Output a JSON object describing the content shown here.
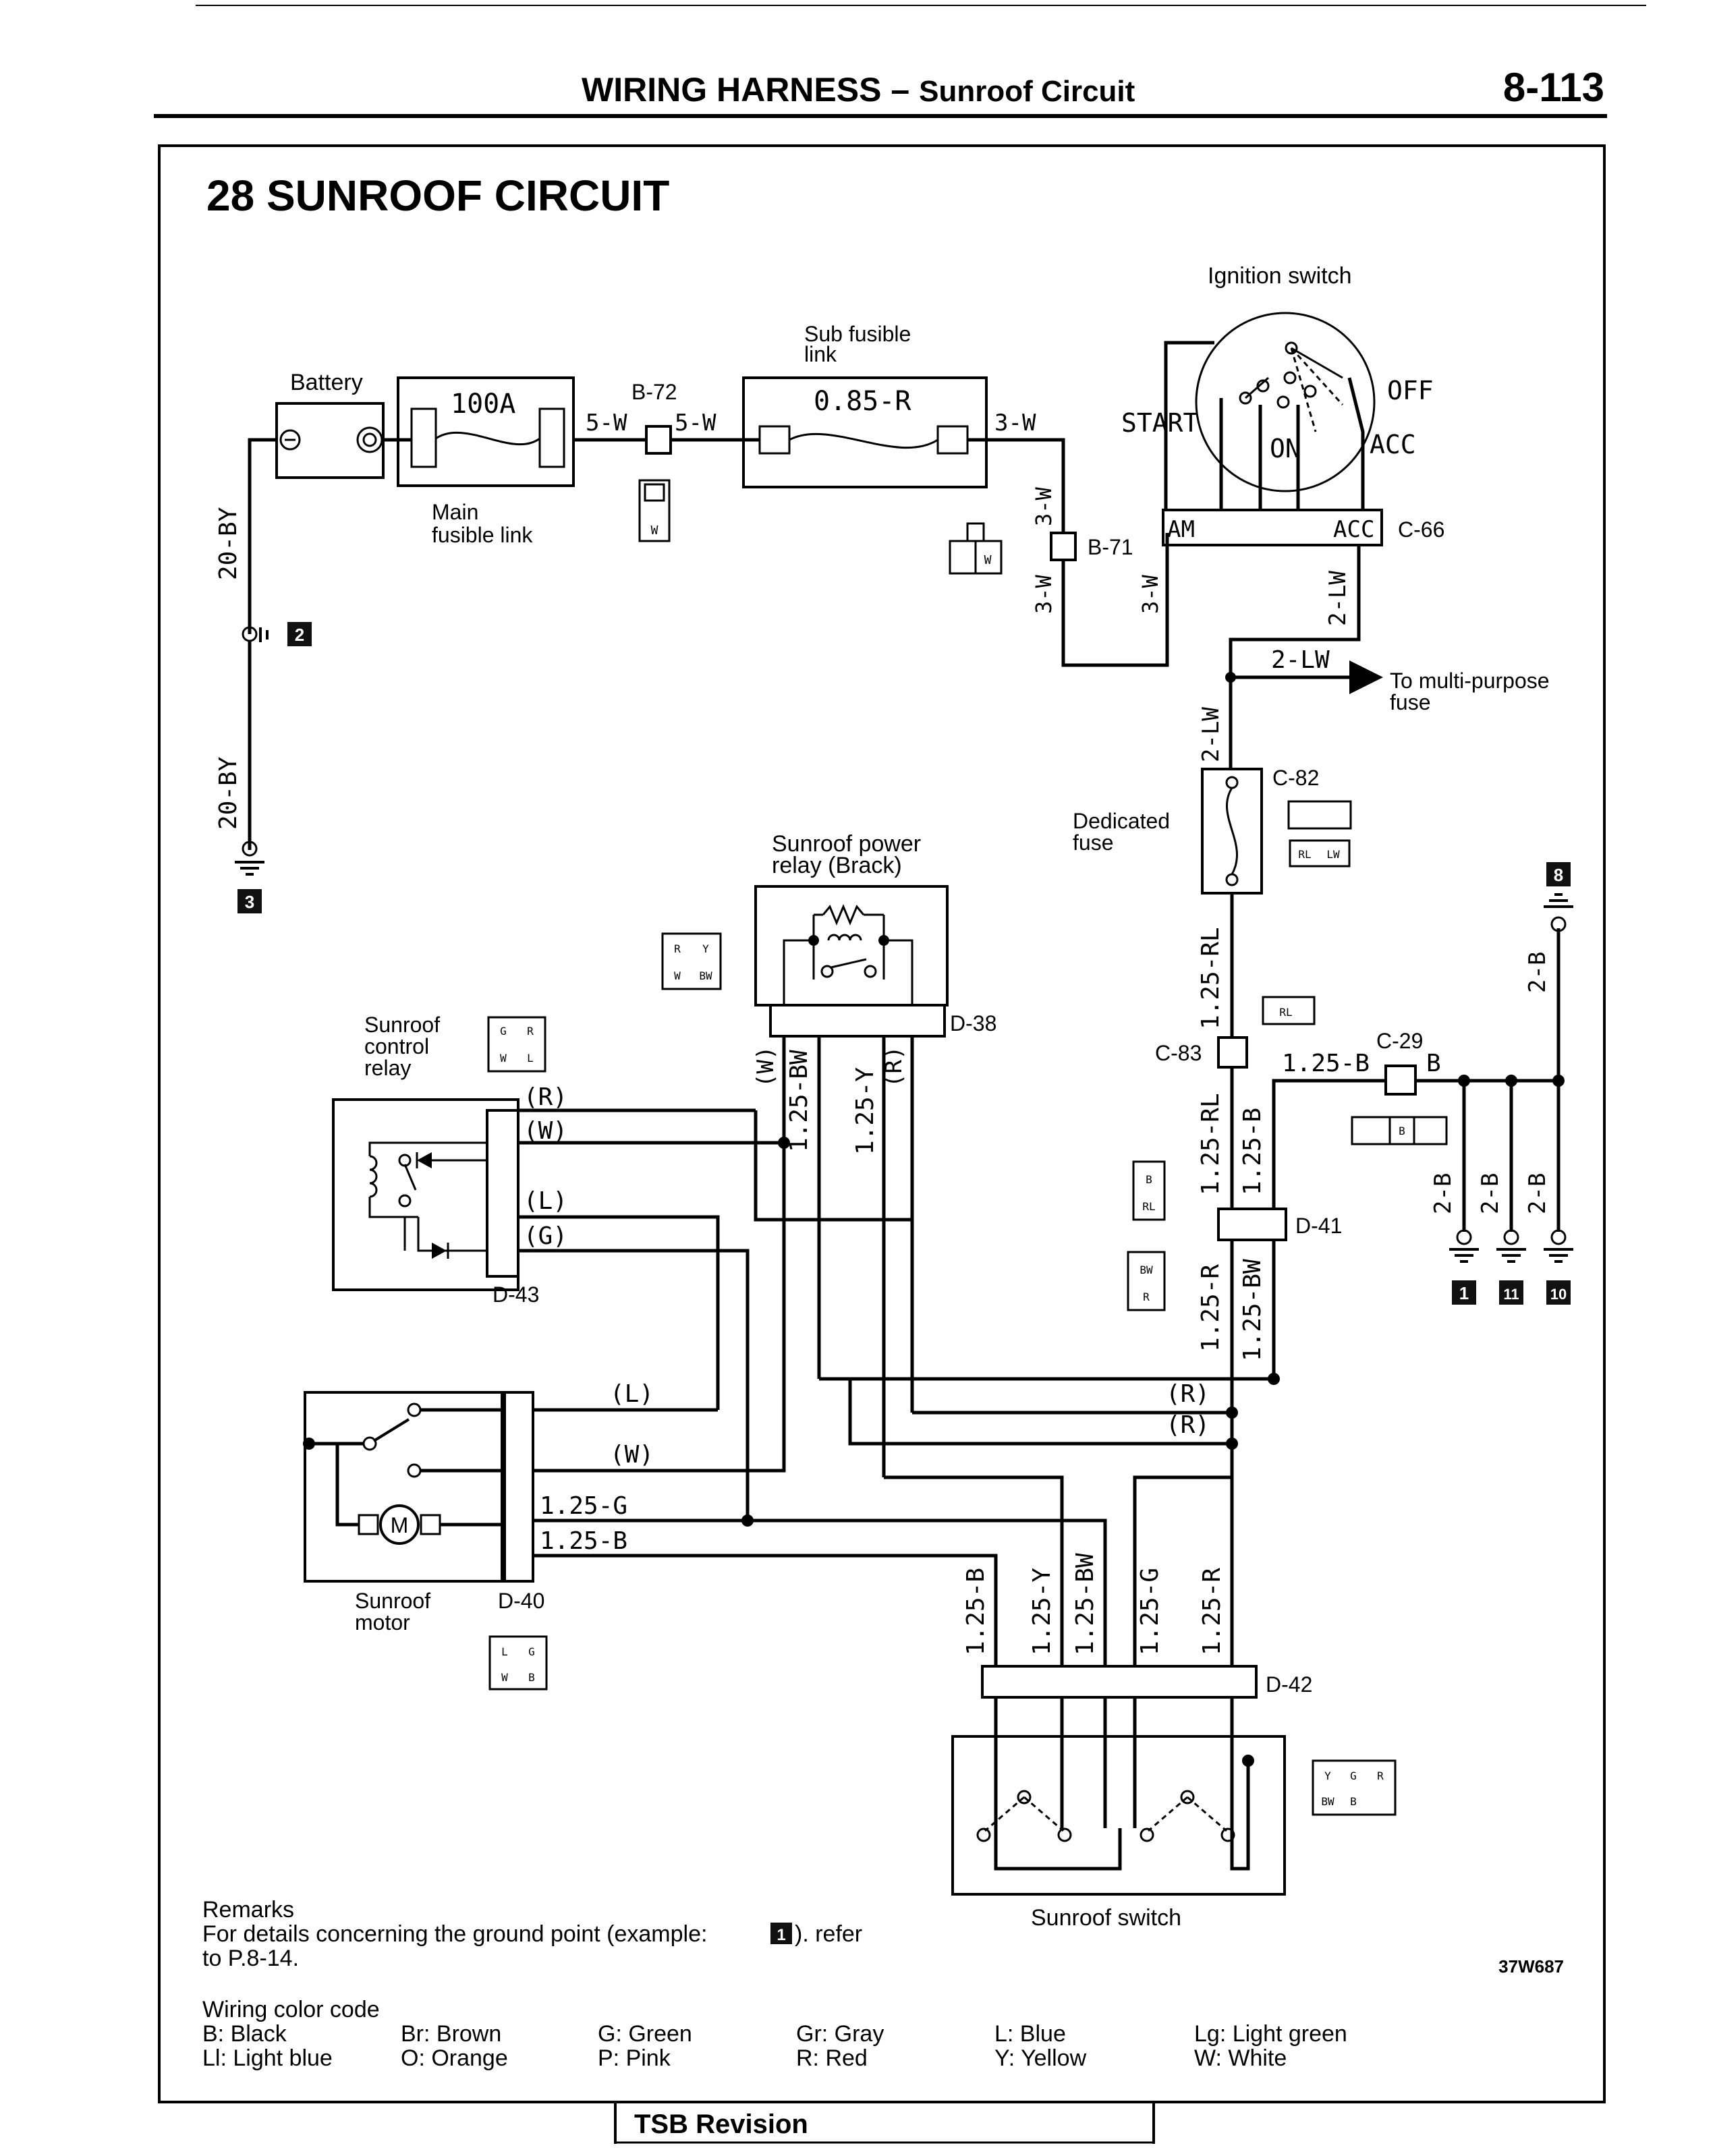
{
  "header": {
    "title_main": "WIRING HARNESS",
    "dash": "–",
    "title_sub": "Sunroof Circuit",
    "page_number": "8-113"
  },
  "section_title": "28 SUNROOF CIRCUIT",
  "figure_code": "37W687",
  "components": {
    "battery": "Battery",
    "main_fusible_link_rating": "100A",
    "main_fusible_link_l1": "Main",
    "main_fusible_link_l2": "fusible link",
    "sub_fusible_link_l1": "Sub fusible",
    "sub_fusible_link_l2": "link",
    "sub_fusible_link_rating": "0.85-R",
    "ignition_switch": "Ignition switch",
    "ign_start": "START",
    "ign_on": "ON",
    "ign_off": "OFF",
    "ign_acc": "ACC",
    "ign_am": "AM",
    "ign_acc_term": "ACC",
    "to_mpf_l1": "To multi-purpose",
    "to_mpf_l2": "fuse",
    "dedicated_fuse_l1": "Dedicated",
    "dedicated_fuse_l2": "fuse",
    "power_relay_l1": "Sunroof power",
    "power_relay_l2": "relay (Brack)",
    "control_relay_l1": "Sunroof",
    "control_relay_l2": "control",
    "control_relay_l3": "relay",
    "motor_l1": "Sunroof",
    "motor_l2": "motor",
    "motor_symbol": "M",
    "switch": "Sunroof switch"
  },
  "connectors": {
    "b72": "B-72",
    "b71": "B-71",
    "c66": "C-66",
    "c82": "C-82",
    "c83": "C-83",
    "c29": "C-29",
    "d38": "D-38",
    "d41": "D-41",
    "d43": "D-43",
    "d40": "D-40",
    "d42": "D-42"
  },
  "wires": {
    "w_20by_a": "20-BY",
    "w_20by_b": "20-BY",
    "w_5w_a": "5-W",
    "w_5w_b": "5-W",
    "w_3w_a": "3-W",
    "w_3w_b": "3-W",
    "w_3w_c": "3-W",
    "w_3w_d": "3-W",
    "w_2lw_a": "2-LW",
    "w_2lw_b": "2-LW",
    "w_2lw_c": "2-LW",
    "w_125rl_a": "1.25-RL",
    "w_125rl_b": "1.25-RL",
    "w_125b_c29": "1.25-B",
    "w_b_c29": "B",
    "w_125b_d41": "1.25-B",
    "w_2b_top": "2-B",
    "w_2b_1": "2-B",
    "w_2b_11": "2-B",
    "w_2b_10": "2-B",
    "w_125r_d41": "1.25-R",
    "w_125bw_d41": "1.25-BW",
    "w_w_d38": "(W)",
    "w_125bw_d38": "1.25-BW",
    "w_125y_d38": "1.25-Y",
    "w_r_d38": "(R)",
    "w_r_relay": "(R)",
    "w_w_relay": "(W)",
    "w_l_relay": "(L)",
    "w_g_relay": "(G)",
    "w_r_bus1": "(R)",
    "w_r_bus2": "(R)",
    "w_l_motor": "(L)",
    "w_w_motor": "(W)",
    "w_125g_motor": "1.25-G",
    "w_125b_motor": "1.25-B",
    "w_125b_d42": "1.25-B",
    "w_125y_d42": "1.25-Y",
    "w_125bw_d42": "1.25-BW",
    "w_125g_d42": "1.25-G",
    "w_125r_d42": "1.25-R"
  },
  "ground_points": {
    "g2": "2",
    "g3": "3",
    "g8": "8",
    "g1": "1",
    "g11": "11",
    "g10": "10"
  },
  "pin_labels": {
    "b72": "W",
    "b71": "W",
    "c82_a": "RL",
    "c82_b": "LW",
    "c83": "RL",
    "c29": "B",
    "d38_a": "R",
    "d38_b": "Y",
    "d38_c": "W",
    "d38_d": "BW",
    "d43_a": "G",
    "d43_b": "R",
    "d43_c": "W",
    "d43_d": "L",
    "d41_a": "B",
    "d41_b": "RL",
    "d41_c": "BW",
    "d41_d": "R",
    "d40_a": "L",
    "d40_b": "G",
    "d40_c": "W",
    "d40_d": "B",
    "d42_a": "Y",
    "d42_b": "G",
    "d42_c": "R",
    "d42_d": "BW",
    "d42_e": "B"
  },
  "remarks": {
    "title": "Remarks",
    "line1_a": "For details concerning the ground point (example:",
    "line1_icon": "1",
    "line1_b": "). refer",
    "line2": "to P.8-14."
  },
  "color_code": {
    "title": "Wiring color code",
    "row1": [
      "B: Black",
      "Br: Brown",
      "G: Green",
      "Gr: Gray",
      "L: Blue",
      "Lg: Light green"
    ],
    "row2": [
      "Ll: Light blue",
      "O: Orange",
      "P: Pink",
      "R: Red",
      "Y: Yellow",
      "W: White"
    ]
  },
  "footer": {
    "tsb": "TSB Revision"
  }
}
